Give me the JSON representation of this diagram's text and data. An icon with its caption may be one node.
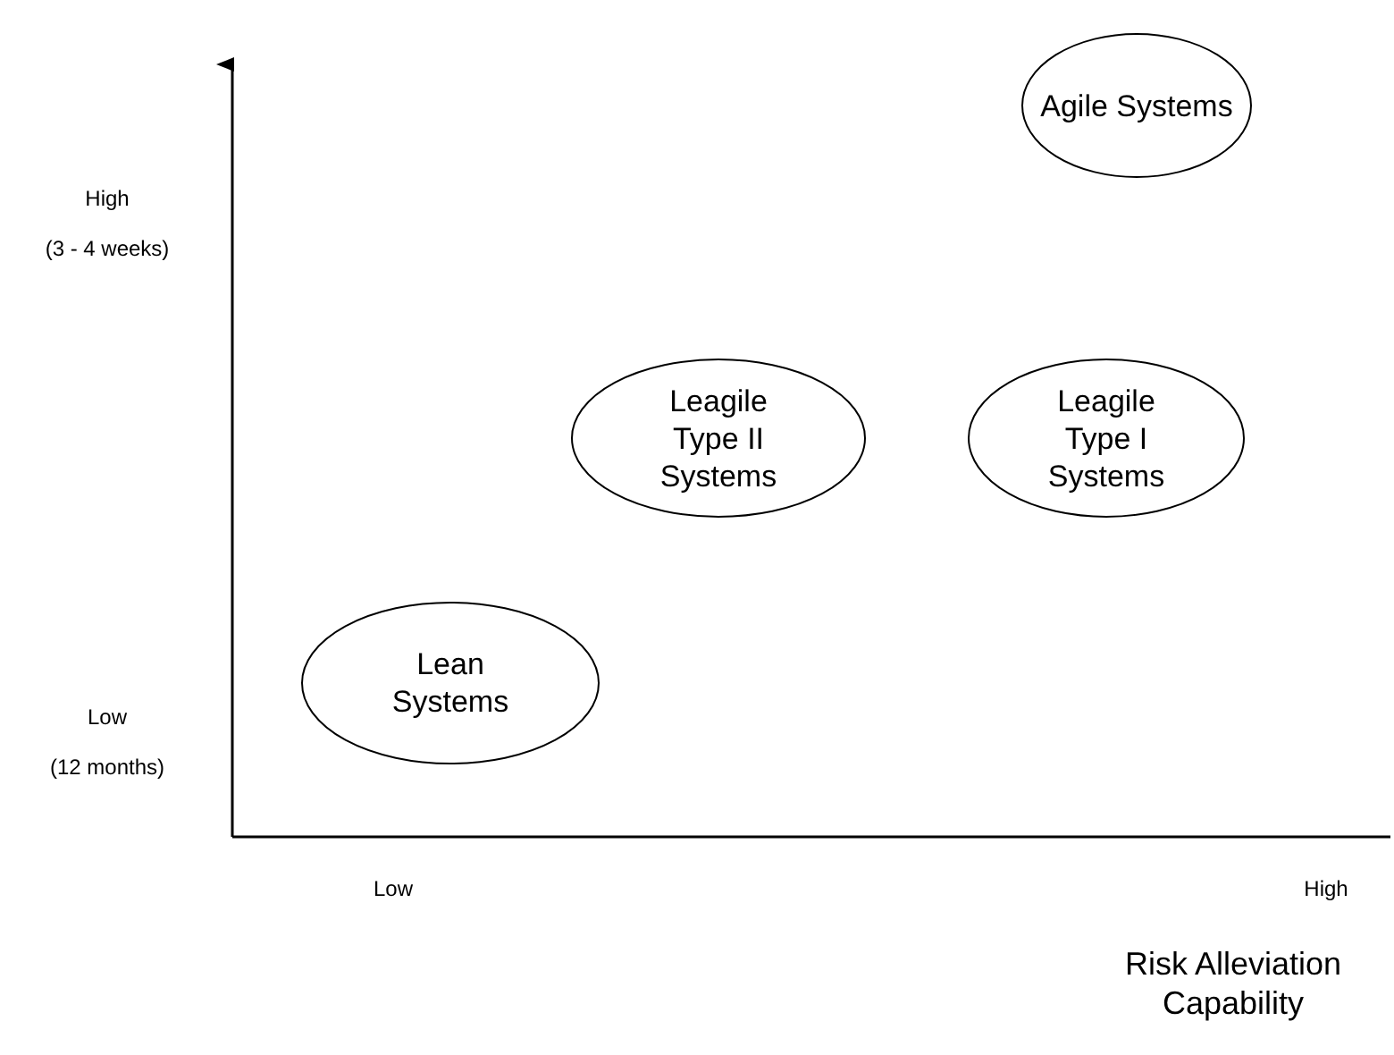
{
  "diagram": {
    "nodes": [
      {
        "text": [
          "Agile Systems"
        ]
      },
      {
        "text": [
          "Leagile Type II Systems"
        ]
      },
      {
        "text": [
          "Leagile Type I Systems"
        ]
      },
      {
        "text": [
          "Lean Systems"
        ]
      }
    ],
    "edges": [],
    "labels": [
      "High",
      "(3 - 4 weeks)",
      "Low",
      "(12 months)",
      "Low",
      "High",
      "Risk Alleviation Capability"
    ]
  }
}
